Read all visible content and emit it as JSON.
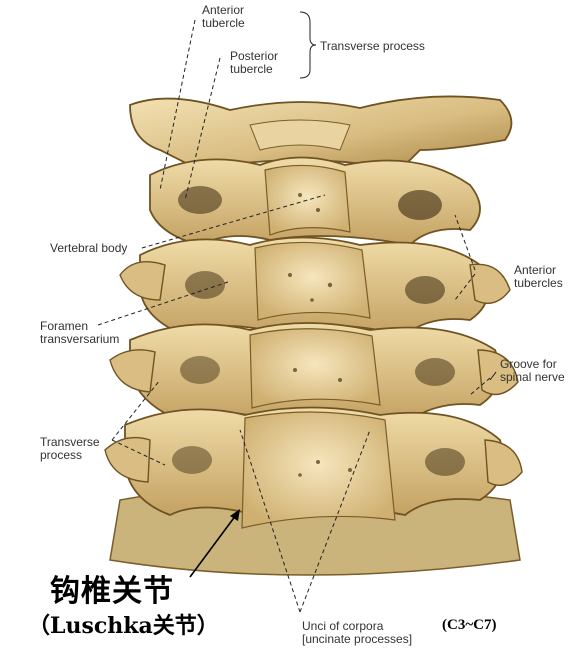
{
  "labels": {
    "anterior_tubercle": [
      "Anterior",
      "tubercle"
    ],
    "posterior_tubercle": [
      "Posterior",
      "tubercle"
    ],
    "transverse_process_top": "Transverse process",
    "vertebral_body": "Vertebral body",
    "anterior_tubercles": [
      "Anterior",
      "tubercles"
    ],
    "foramen_transversarium": [
      "Foramen",
      "transversarium"
    ],
    "groove_spinal_nerve": [
      "Groove for",
      "spinal nerve"
    ],
    "transverse_process_left": [
      "Transverse",
      "process"
    ],
    "unci": [
      "Unci of corpora",
      "[uncinate processes]"
    ]
  },
  "annotation": {
    "title_cn": "钩椎关节",
    "subtitle_cn": "（Luschka关节）",
    "range": "(C3~C7)"
  },
  "colors": {
    "bone": "#dcc38a",
    "bone_light": "#efdcaa",
    "bone_shadow": "#8a6a2e",
    "dark": "#3b2a10",
    "label_text": "#333333",
    "line": "#222222"
  }
}
